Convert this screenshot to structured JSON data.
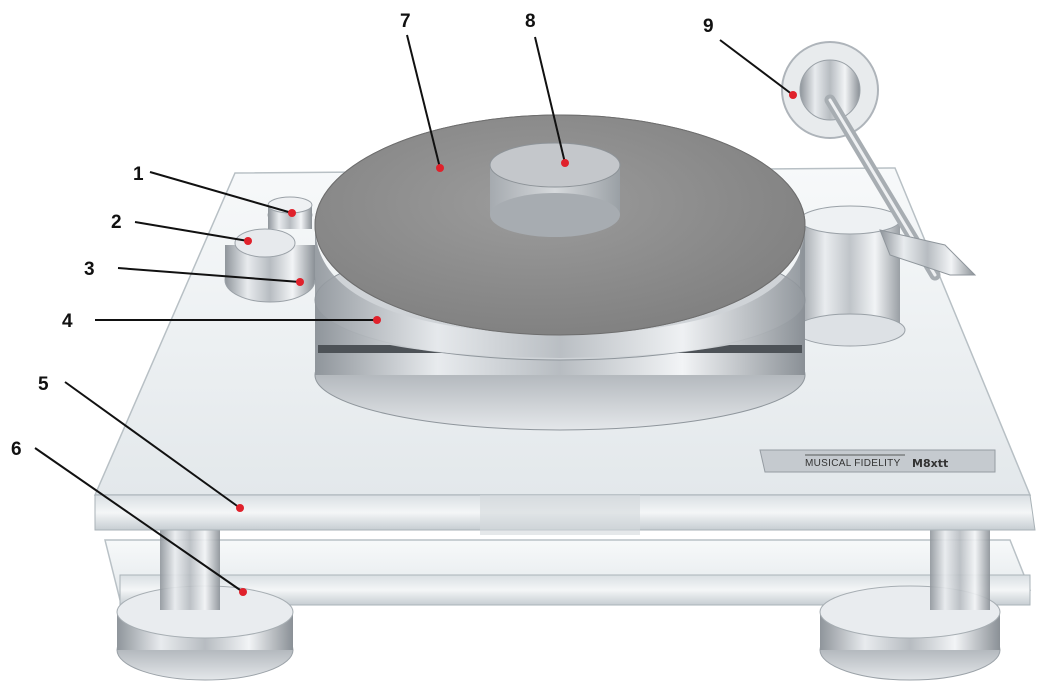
{
  "figure": {
    "nameplate": {
      "brand": "MUSICAL FIDELITY",
      "model": "M8xtt"
    },
    "callouts": [
      {
        "label": "1"
      },
      {
        "label": "2"
      },
      {
        "label": "3"
      },
      {
        "label": "4"
      },
      {
        "label": "5"
      },
      {
        "label": "6"
      },
      {
        "label": "7"
      },
      {
        "label": "8"
      },
      {
        "label": "9"
      }
    ],
    "colors": {
      "marker": "#e0212b",
      "leader": "#111111",
      "acrylic": "#eef1f3",
      "platter_mat": "#8c8c8c",
      "aluminium": "#c9cdd1"
    }
  }
}
